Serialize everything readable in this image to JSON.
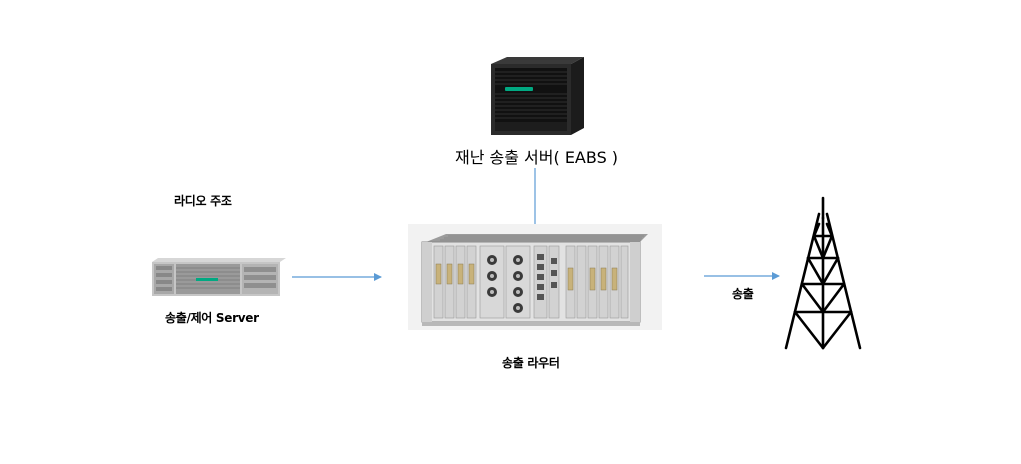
{
  "labels": {
    "eabs_server": "재난 송출 서버( EABS )",
    "radio_studio": "라디오 주조",
    "control_server": "송출/제어 Server",
    "router": "송출 라우터",
    "transmission": "송출"
  },
  "colors": {
    "arrow": "#5B9BD5",
    "text": "#000000"
  },
  "icons": {
    "eabs_server": "tower-server-icon",
    "control_server": "rack-server-icon",
    "router": "router-chassis-icon",
    "antenna": "antenna-tower-icon"
  }
}
